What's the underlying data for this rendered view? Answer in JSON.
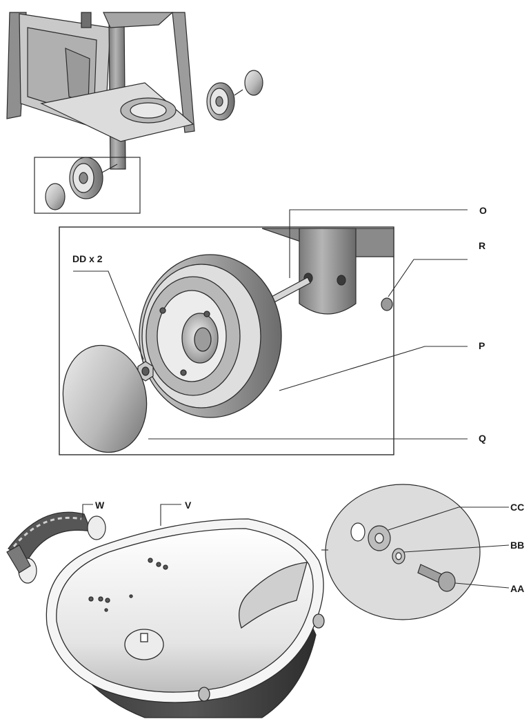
{
  "figure": {
    "callouts": {
      "O": "O",
      "R": "R",
      "DD": "DD x 2",
      "P": "P",
      "Q": "Q",
      "W": "W",
      "V": "V",
      "CC": "CC",
      "BB": "BB",
      "AA": "AA"
    },
    "colors": {
      "line": "#2b2b2b",
      "part_dark": "#5a5a5a",
      "part_mid": "#9a9a9a",
      "part_light": "#d6d6d6",
      "part_white": "#f2f2f2"
    }
  }
}
